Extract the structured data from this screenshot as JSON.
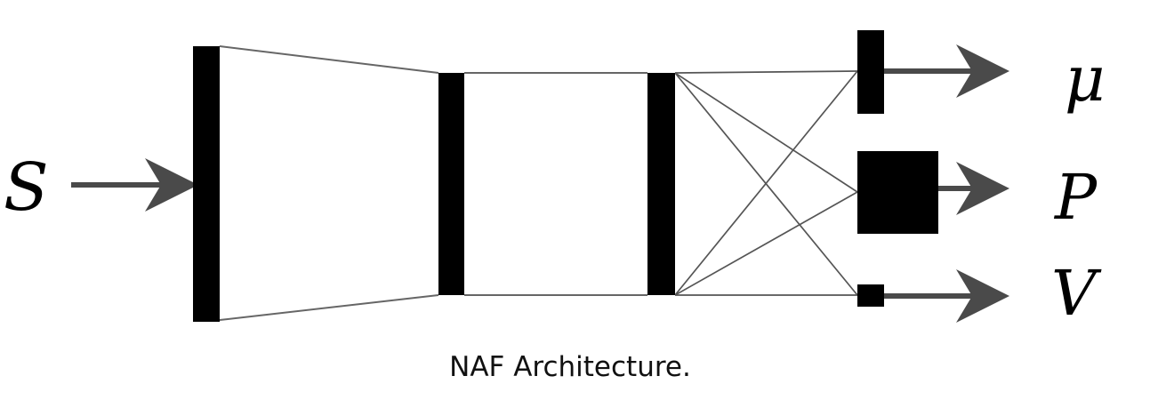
{
  "diagram": {
    "input_label": "S",
    "outputs": {
      "mu": "μ",
      "p": "P",
      "v": "V"
    },
    "caption": "NAF Architecture."
  },
  "colors": {
    "layer_fill": "#000000",
    "arrow": "#4a4a4a",
    "connection": "#555555",
    "background": "#ffffff"
  }
}
